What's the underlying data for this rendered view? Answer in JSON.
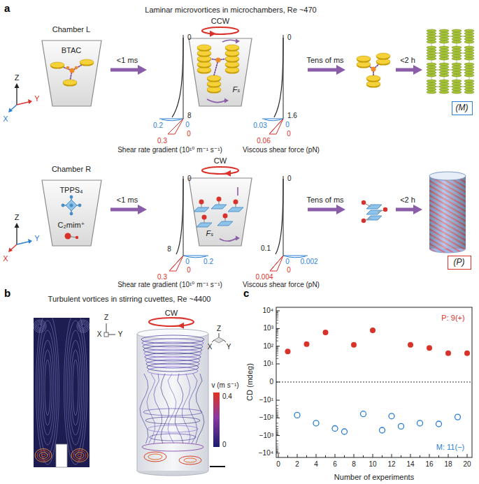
{
  "diagram": {
    "nodes": [
      {
        "text": [
          "Chamber L",
          "BTAC"
        ]
      },
      {
        "text": [
          "CCW",
          "Fₛ"
        ]
      },
      {
        "text": [
          "(M)"
        ]
      },
      {
        "text": [
          "Chamber R",
          "TPPS₄",
          "C₂mim⁺"
        ]
      },
      {
        "text": [
          "CW",
          "Fₛ"
        ]
      },
      {
        "text": [
          "(P)"
        ]
      }
    ],
    "labels": [
      "a",
      "Laminar microvortices in microchambers, Re ~470",
      "Z",
      "Y",
      "X",
      "<1 ms",
      "0",
      "8",
      "0.2",
      "0",
      "0.3",
      "0",
      "Shear rate gradient (10¹⁰ m⁻¹ s⁻¹)",
      "0",
      "1.6",
      "0.03",
      "0",
      "0.06",
      "0",
      "Viscous shear force (pN)",
      "Tens of ms",
      "<2 h",
      "Z",
      "Y",
      "X",
      "<1 ms",
      "0",
      "8",
      "0",
      "0.2",
      "0.3",
      "0",
      "Shear rate gradient (10¹⁰ m⁻¹ s⁻¹)",
      "0",
      "0.1",
      "0",
      "0.002",
      "0.004",
      "0",
      "Viscous shear force (pN)",
      "Tens of ms",
      "<2 h",
      "b",
      "Turbulent vortices in stirring cuvettes, Re ~4400",
      "Z",
      "X",
      "Y",
      "CW",
      "Z",
      "X",
      "Y",
      "v (m s⁻¹)",
      "0.4",
      "0",
      "c",
      "10⁴",
      "10³",
      "10²",
      "10¹",
      "0",
      "−10¹",
      "−10²",
      "−10³",
      "−10⁴",
      "CD (mdeg)",
      "P: 9(+)",
      "M: 11(−)",
      "0",
      "2",
      "4",
      "6",
      "8",
      "10",
      "12",
      "14",
      "16",
      "18",
      "20",
      "Number of experiments"
    ]
  }
}
